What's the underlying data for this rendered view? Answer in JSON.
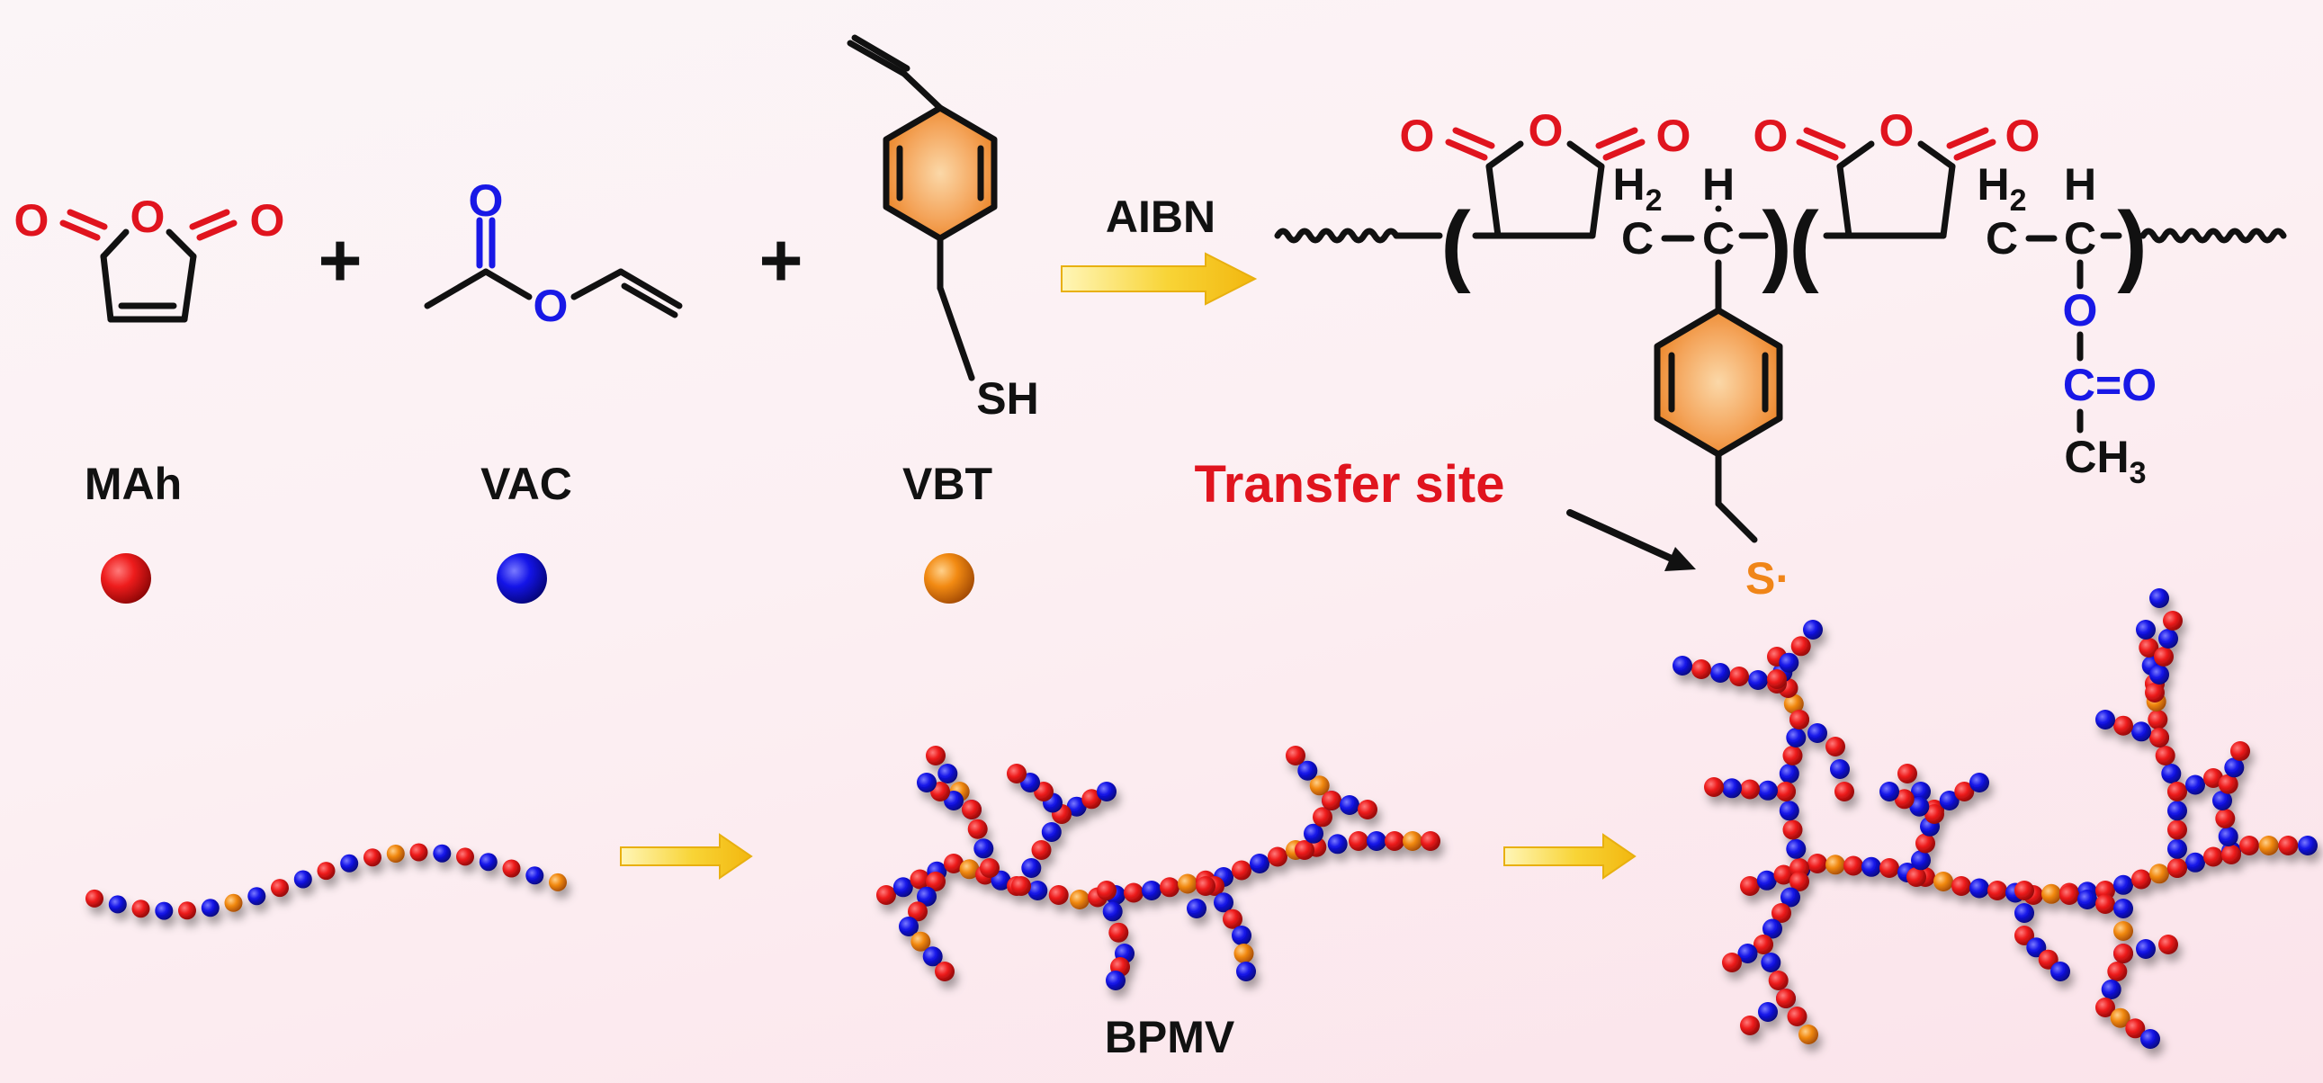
{
  "labels": {
    "mah": "MAh",
    "vac": "VAC",
    "vbt": "VBT",
    "aibn": "AIBN",
    "transfer_site": "Transfer site",
    "bpmv": "BPMV",
    "plus": "+"
  },
  "atoms": {
    "o": "O",
    "h": "H",
    "h2": "H",
    "h2_sub": "2",
    "c": "C",
    "sh": "SH",
    "s_radical": "S·",
    "ch3": "CH",
    "ch3_sub": "3",
    "c_eq_o": "C=O",
    "paren_open": "(",
    "paren_close": ")"
  },
  "colors": {
    "mah_red": "#e0141e",
    "vac_blue": "#1818e6",
    "vbt_orange": "#f08518",
    "transfer_site_red": "#e0141e",
    "arrow_yellow": "#f6c51c",
    "bond_black": "#111111"
  },
  "legend": [
    {
      "label_key": "mah",
      "color": "#e0141e"
    },
    {
      "label_key": "vac",
      "color": "#1818e6"
    },
    {
      "label_key": "vbt",
      "color": "#f08518"
    }
  ]
}
